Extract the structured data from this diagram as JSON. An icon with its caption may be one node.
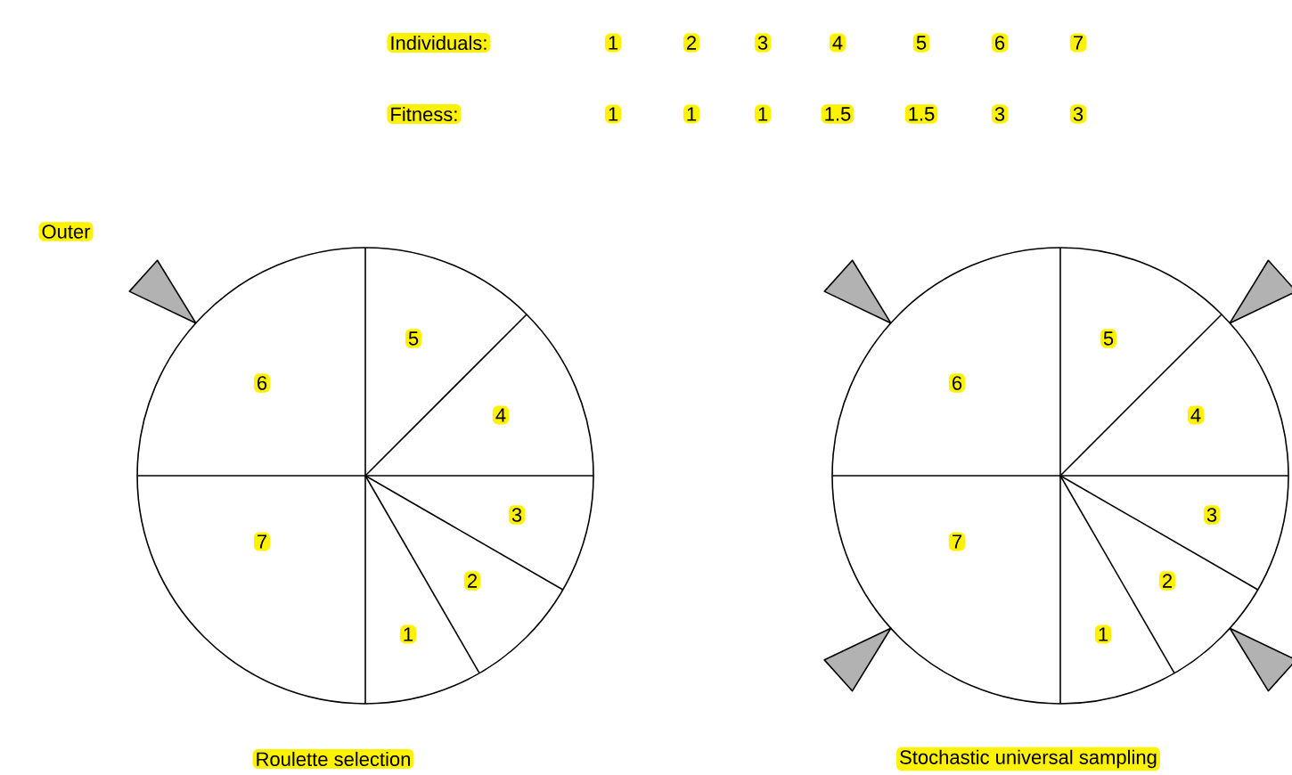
{
  "diagram": {
    "nodes": [
      {
        "text": [],
        "shape": "circle",
        "beside": [
          "Roulette selection"
        ]
      },
      {
        "text": [
          "1"
        ],
        "in": 0
      },
      {
        "text": [
          "2"
        ],
        "in": 0
      },
      {
        "text": [
          "3"
        ],
        "in": 0
      },
      {
        "text": [
          "4"
        ],
        "in": 0
      },
      {
        "text": [
          "5"
        ],
        "in": 0
      },
      {
        "text": [
          "6"
        ],
        "in": 0
      },
      {
        "text": [
          "7"
        ],
        "in": 0
      },
      {
        "text": [],
        "shape": "circle",
        "beside": [
          "Stochastic universal sampling"
        ]
      },
      {
        "text": [
          "1"
        ],
        "in": 8
      },
      {
        "text": [
          "2"
        ],
        "in": 8
      },
      {
        "text": [
          "3"
        ],
        "in": 8
      },
      {
        "text": [
          "4"
        ],
        "in": 8
      },
      {
        "text": [
          "5"
        ],
        "in": 8
      },
      {
        "text": [
          "6"
        ],
        "in": 8
      },
      {
        "text": [
          "7"
        ],
        "in": 8
      }
    ],
    "edges": [],
    "labels": [
      "Individuals:",
      "1",
      "2",
      "3",
      "4",
      "5",
      "6",
      "7",
      "Fitness:",
      "1",
      "1",
      "1",
      "1.5",
      "1.5",
      "3",
      "3",
      "Outer"
    ]
  }
}
